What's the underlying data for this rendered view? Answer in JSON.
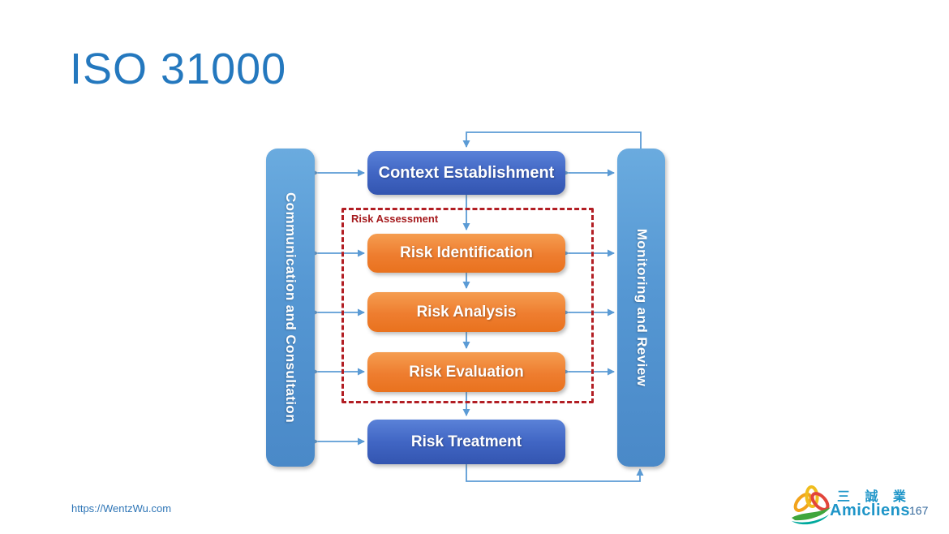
{
  "slide": {
    "title": "ISO 31000",
    "footer_url": "https://WentzWu.com",
    "page_number": "167"
  },
  "diagram": {
    "left_bar_label": "Communication and Consultation",
    "right_bar_label": "Monitoring and Review",
    "group_label": "Risk Assessment",
    "boxes": [
      {
        "label": "Context Establishment",
        "style": "blue"
      },
      {
        "label": "Risk Identification",
        "style": "orange"
      },
      {
        "label": "Risk Analysis",
        "style": "orange"
      },
      {
        "label": "Risk Evaluation",
        "style": "orange"
      },
      {
        "label": "Risk Treatment",
        "style": "blue"
      }
    ],
    "flow_note_colors": {
      "arrow_blue": "#5b9bd5",
      "dashed_red": "#b21e24",
      "box_blue": "#4166c4",
      "box_orange": "#ee7d2f",
      "bar_blue": "#5597d3"
    }
  },
  "logo": {
    "cjk_text": "三 誠 業",
    "latin_text": "Amicliens"
  }
}
